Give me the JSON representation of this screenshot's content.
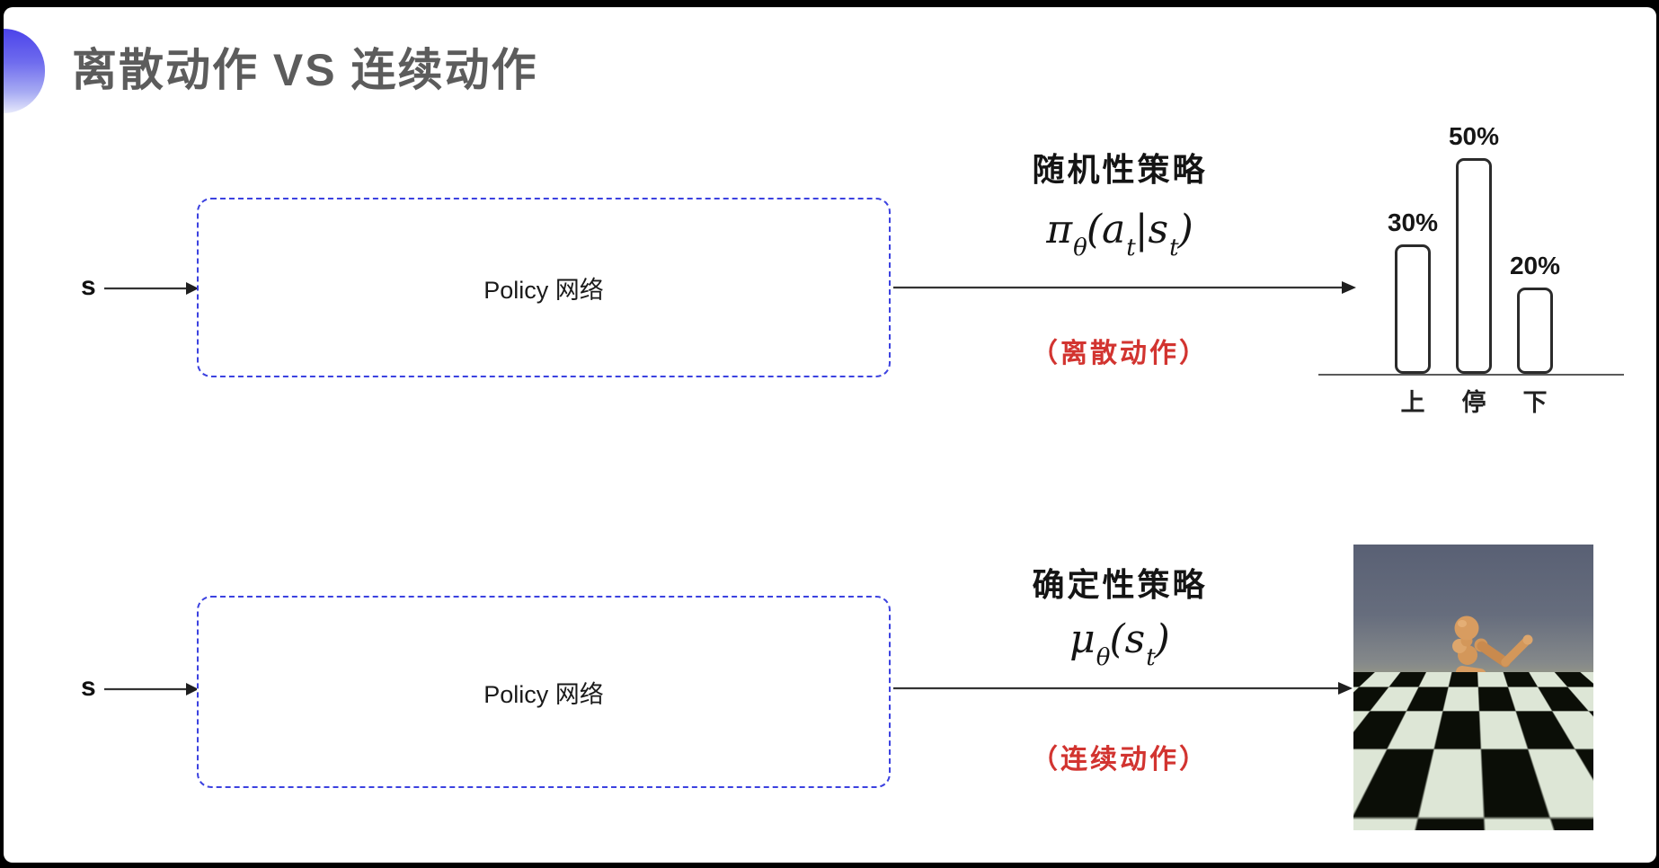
{
  "slide": {
    "title": "离散动作 VS 连续动作"
  },
  "colors": {
    "accent_blue": "#3c42e0",
    "note_red": "#d23430",
    "title_gray": "#5c5c5c",
    "sky_top": "#596074",
    "sky_bottom": "#8f9288",
    "floor_light": "#dde6d6",
    "floor_dark": "#0b0e07",
    "robot_tan": "#d3975a"
  },
  "top_flow": {
    "input_label": "s",
    "box_label": "Policy 网络",
    "policy_name": "随机性策略",
    "formula": {
      "sym": "π",
      "sym_sub": "θ",
      "open": "(",
      "arg1": "a",
      "arg1_sub": "t",
      "bar": "|",
      "arg2": "s",
      "arg2_sub": "t",
      "close": ")"
    },
    "note": "（离散动作）"
  },
  "bottom_flow": {
    "input_label": "s",
    "box_label": "Policy 网络",
    "policy_name": "确定性策略",
    "formula": {
      "sym": "μ",
      "sym_sub": "θ",
      "open": "(",
      "arg1": "s",
      "arg1_sub": "t",
      "close": ")"
    },
    "note": "（连续动作）"
  },
  "chart_data": {
    "type": "bar",
    "categories": [
      "上",
      "停",
      "下"
    ],
    "values": [
      30,
      50,
      20
    ],
    "value_labels": [
      "30%",
      "50%",
      "20%"
    ],
    "title": "",
    "xlabel": "",
    "ylabel": "",
    "ylim": [
      0,
      60
    ],
    "grid": false,
    "legend": "none",
    "bar_style": {
      "fill": "#ffffff",
      "border": "#2b2b2b",
      "rounded": true
    }
  }
}
